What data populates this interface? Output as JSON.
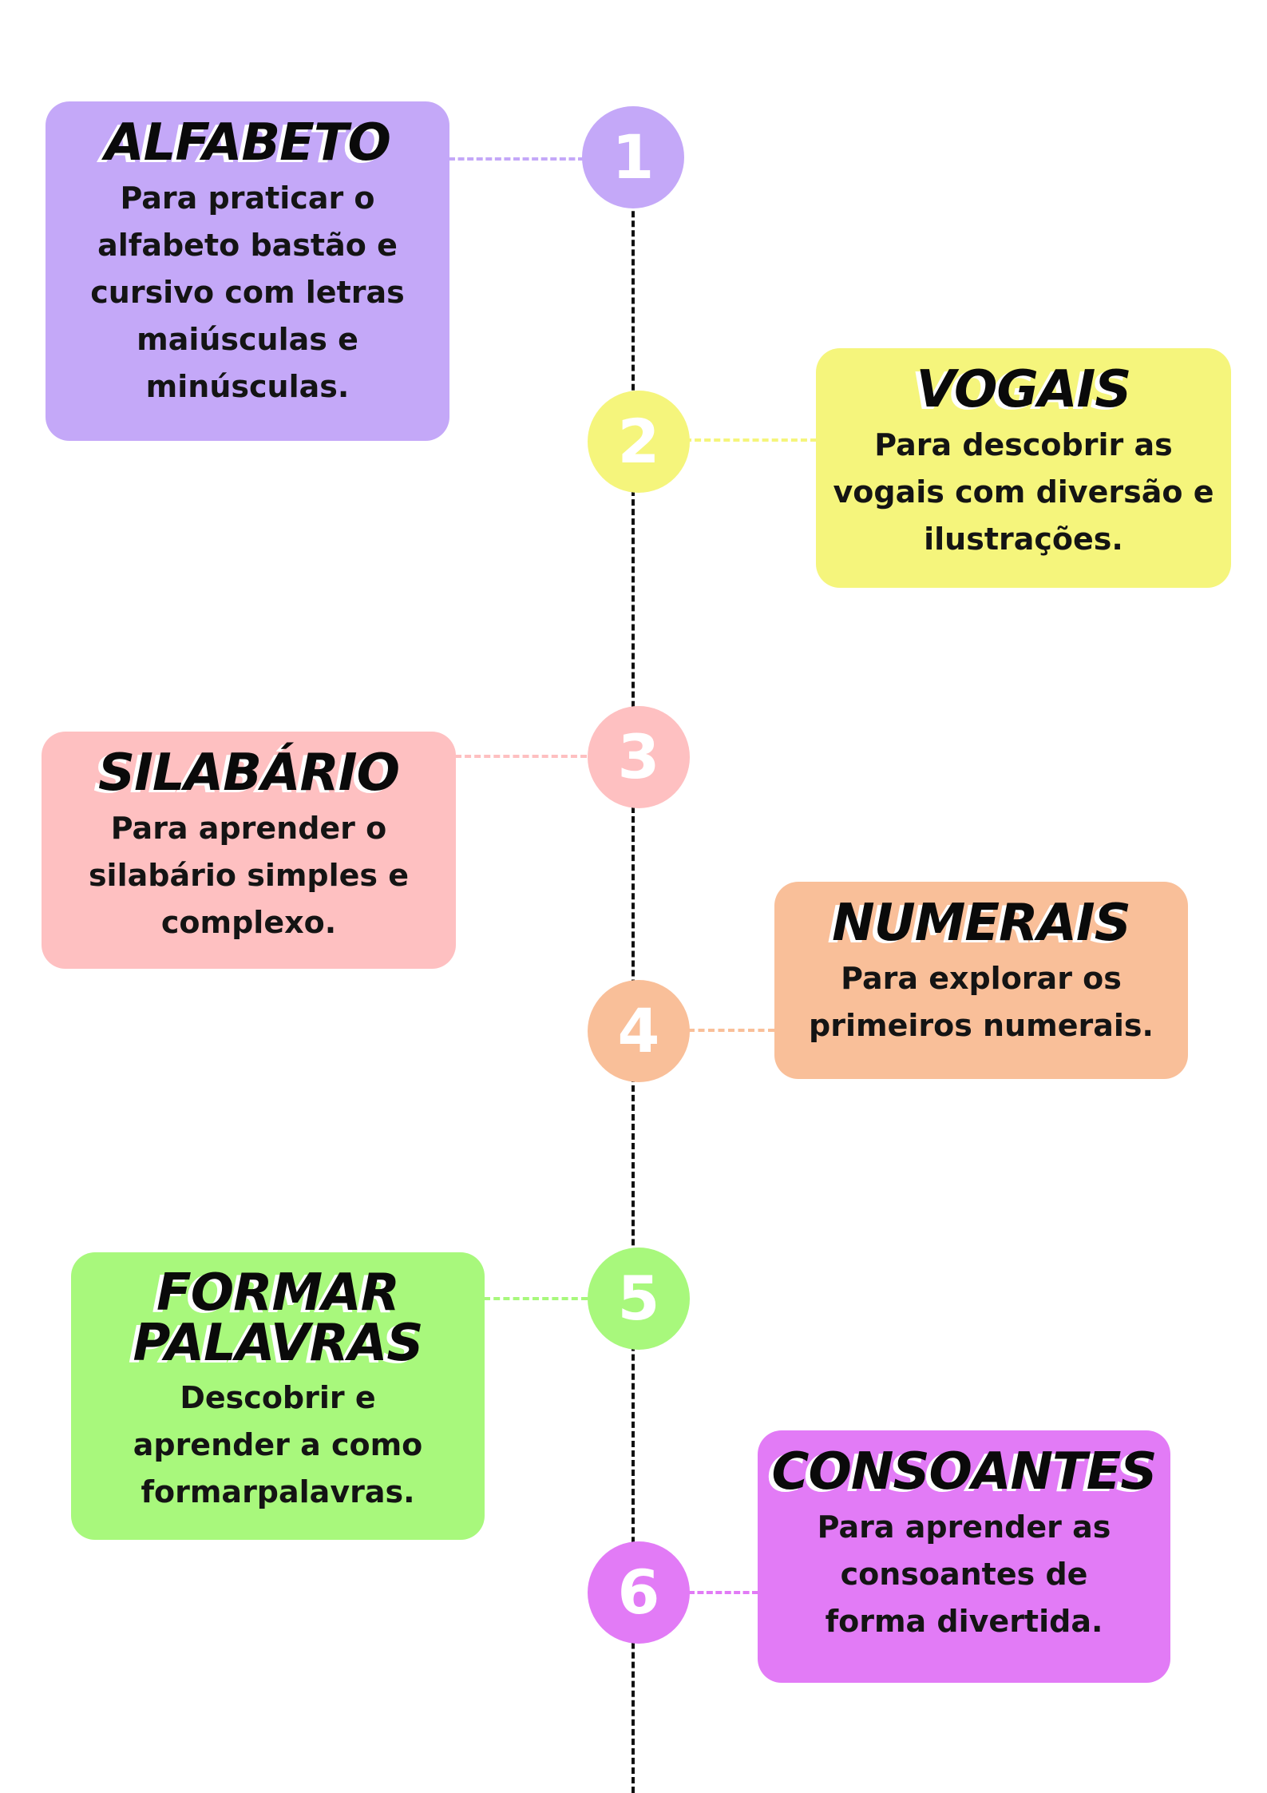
{
  "colors": {
    "purple": "#c4a8f8",
    "yellow": "#f5f57c",
    "pink": "#fec0c1",
    "orange": "#f9bf99",
    "green": "#a8f87c",
    "magenta": "#e27bf6",
    "spine": "#111111",
    "text": "#141414"
  },
  "steps": [
    {
      "number": "1",
      "title": "ALFABETO",
      "description": "Para praticar o alfabeto bastão e cursivo com letras maiúsculas e minúsculas.",
      "color": "#c4a8f8",
      "side": "left"
    },
    {
      "number": "2",
      "title": "VOGAIS",
      "description": "Para descobrir as vogais com diversão e ilustrações.",
      "color": "#f5f57c",
      "side": "right"
    },
    {
      "number": "3",
      "title": "SILABÁRIO",
      "description": "Para aprender o silabário simples e complexo.",
      "color": "#fec0c1",
      "side": "left"
    },
    {
      "number": "4",
      "title": "NUMERAIS",
      "description": "Para explorar os primeiros numerais.",
      "color": "#f9bf99",
      "side": "right"
    },
    {
      "number": "5",
      "title": "FORMAR PALAVRAS",
      "description": "Descobrir e aprender a como formarpalavras.",
      "color": "#a8f87c",
      "side": "left"
    },
    {
      "number": "6",
      "title": "CONSOANTES",
      "description": "Para aprender as consoantes de forma divertida.",
      "color": "#e27bf6",
      "side": "right"
    }
  ]
}
